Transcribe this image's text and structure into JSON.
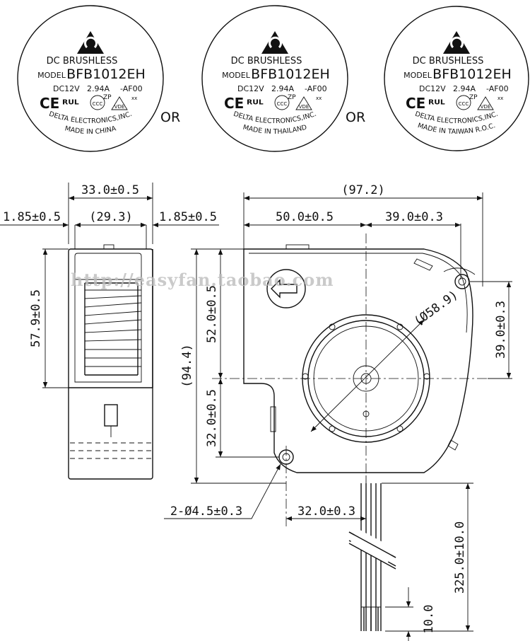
{
  "labels": [
    {
      "line1": "DC BRUSHLESS",
      "model_prefix": "MODEL",
      "model": "BFB1012EH",
      "rating_v": "DC12V",
      "rating_a": "2.94A",
      "rating_code": "-AF00",
      "maker": "DELTA ELECTRONICS,INC.",
      "origin": "MADE IN CHINA"
    },
    {
      "line1": "DC BRUSHLESS",
      "model_prefix": "MODEL",
      "model": "BFB1012EH",
      "rating_v": "DC12V",
      "rating_a": "2.94A",
      "rating_code": "-AF00",
      "maker": "DELTA ELECTRONICS,INC.",
      "origin": "MADE IN THAILAND"
    },
    {
      "line1": "DC BRUSHLESS",
      "model_prefix": "MODEL",
      "model": "BFB1012EH",
      "rating_v": "DC12V",
      "rating_a": "2.94A",
      "rating_code": "-AF00",
      "maker": "DELTA ELECTRONICS,INC.",
      "origin": "MADE IN TAIWAN R.O.C."
    }
  ],
  "or_text": "OR",
  "cert_marks": {
    "ce": "CE",
    "ul": "ᴿᵁᴸ",
    "ccc": "CCC",
    "zp": "ZP",
    "vde": "VDE",
    "xx": "xx"
  },
  "watermark": "http://easyfan.taobao.com",
  "side_view": {
    "overall_width": "33.0±0.5",
    "inner_width": "(29.3)",
    "left_offset": "1.85±0.5",
    "right_offset": "1.85±0.5",
    "height": "57.9±0.5"
  },
  "front_view": {
    "overall_width": "(97.2)",
    "width_left": "50.0±0.5",
    "width_right": "39.0±0.3",
    "overall_height": "(94.4)",
    "upper_height": "52.0±0.5",
    "lower_height": "32.0±0.5",
    "right_height": "39.0±0.3",
    "impeller_dia": "(Ø58.9)",
    "mount_holes": "2-Ø4.5±0.3",
    "hole_spacing": "32.0±0.3",
    "lead_length": "325.0±10.0",
    "strip_length": "10.0"
  }
}
